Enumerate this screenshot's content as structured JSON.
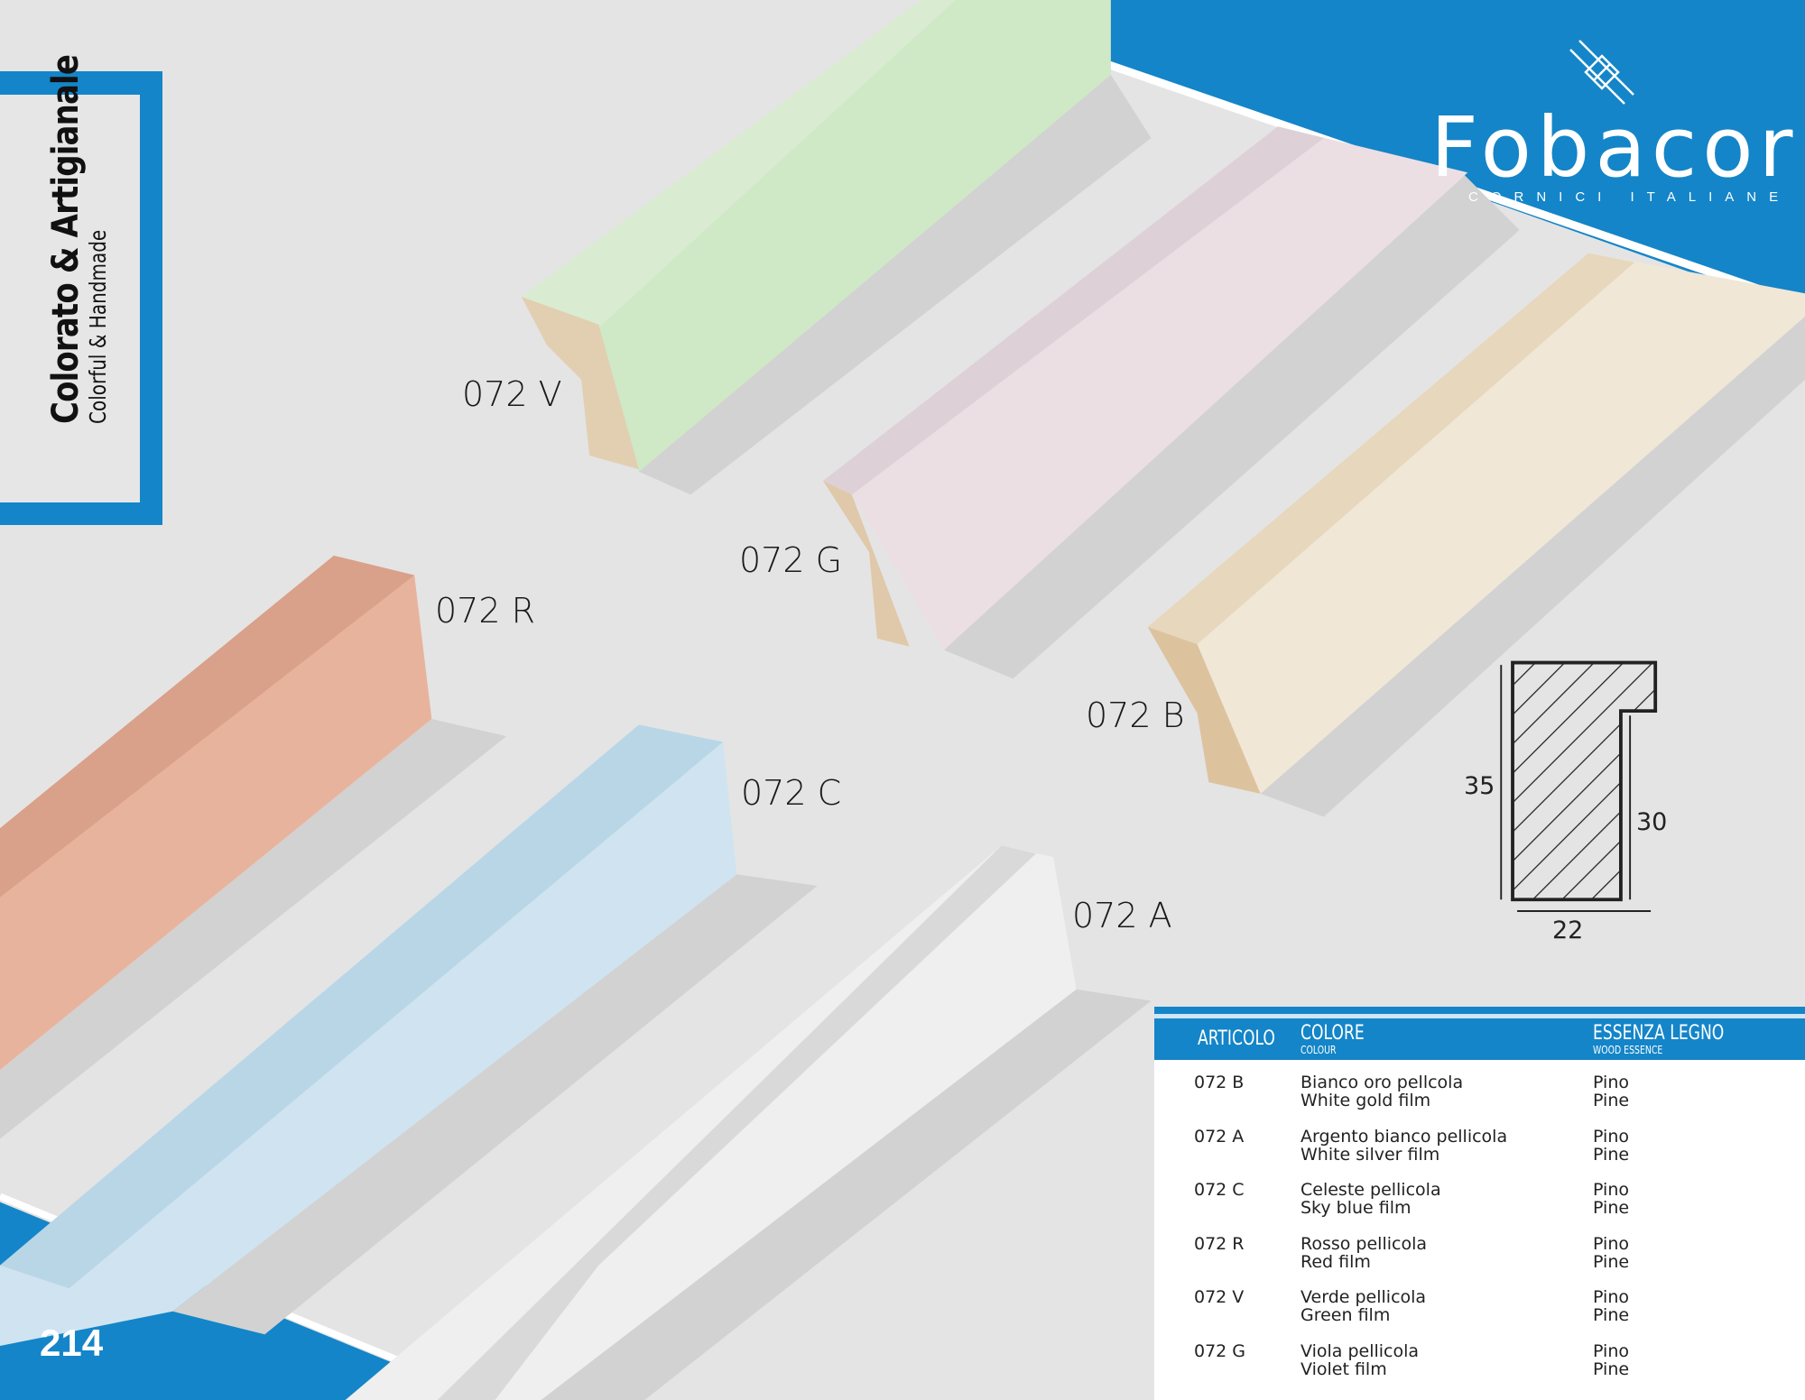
{
  "side_label": {
    "title": "Colorato & Artigianale",
    "subtitle": "Colorful & Handmade"
  },
  "page_number": "214",
  "logo": {
    "name": "Fobacor",
    "tagline": "CORNICI ITALIANE"
  },
  "products": [
    {
      "code": "072 V",
      "color": "#cfe8c6"
    },
    {
      "code": "072 G",
      "color": "#ecdfe4"
    },
    {
      "code": "072 R",
      "color": "#e8b39c"
    },
    {
      "code": "072 B",
      "color": "#f1e7d6"
    },
    {
      "code": "072 C",
      "color": "#cfe4f0"
    },
    {
      "code": "072 A",
      "color": "#efefef"
    }
  ],
  "profile": {
    "height": "35",
    "rebate": "30",
    "width": "22"
  },
  "table": {
    "headers": [
      {
        "label": "ARTICOLO",
        "sub": ""
      },
      {
        "label": "COLORE",
        "sub": "COLOUR"
      },
      {
        "label": "ESSENZA LEGNO",
        "sub": "WOOD ESSENCE"
      }
    ],
    "rows": [
      {
        "code": "072 B",
        "color_it": "Bianco oro pellcola",
        "color_en": "White gold film",
        "wood_it": "Pino",
        "wood_en": "Pine"
      },
      {
        "code": "072 A",
        "color_it": "Argento bianco pellicola",
        "color_en": "White silver film",
        "wood_it": "Pino",
        "wood_en": "Pine"
      },
      {
        "code": "072 C",
        "color_it": "Celeste pellicola",
        "color_en": "Sky blue film",
        "wood_it": "Pino",
        "wood_en": "Pine"
      },
      {
        "code": "072 R",
        "color_it": "Rosso pellicola",
        "color_en": "Red film",
        "wood_it": "Pino",
        "wood_en": "Pine"
      },
      {
        "code": "072 V",
        "color_it": "Verde pellicola",
        "color_en": "Green film",
        "wood_it": "Pino",
        "wood_en": "Pine"
      },
      {
        "code": "072 G",
        "color_it": "Viola pellicola",
        "color_en": "Violet film",
        "wood_it": "Pino",
        "wood_en": "Pine"
      }
    ]
  },
  "colors": {
    "brand_blue": "#1485c8",
    "background": "#e4e4e4"
  }
}
